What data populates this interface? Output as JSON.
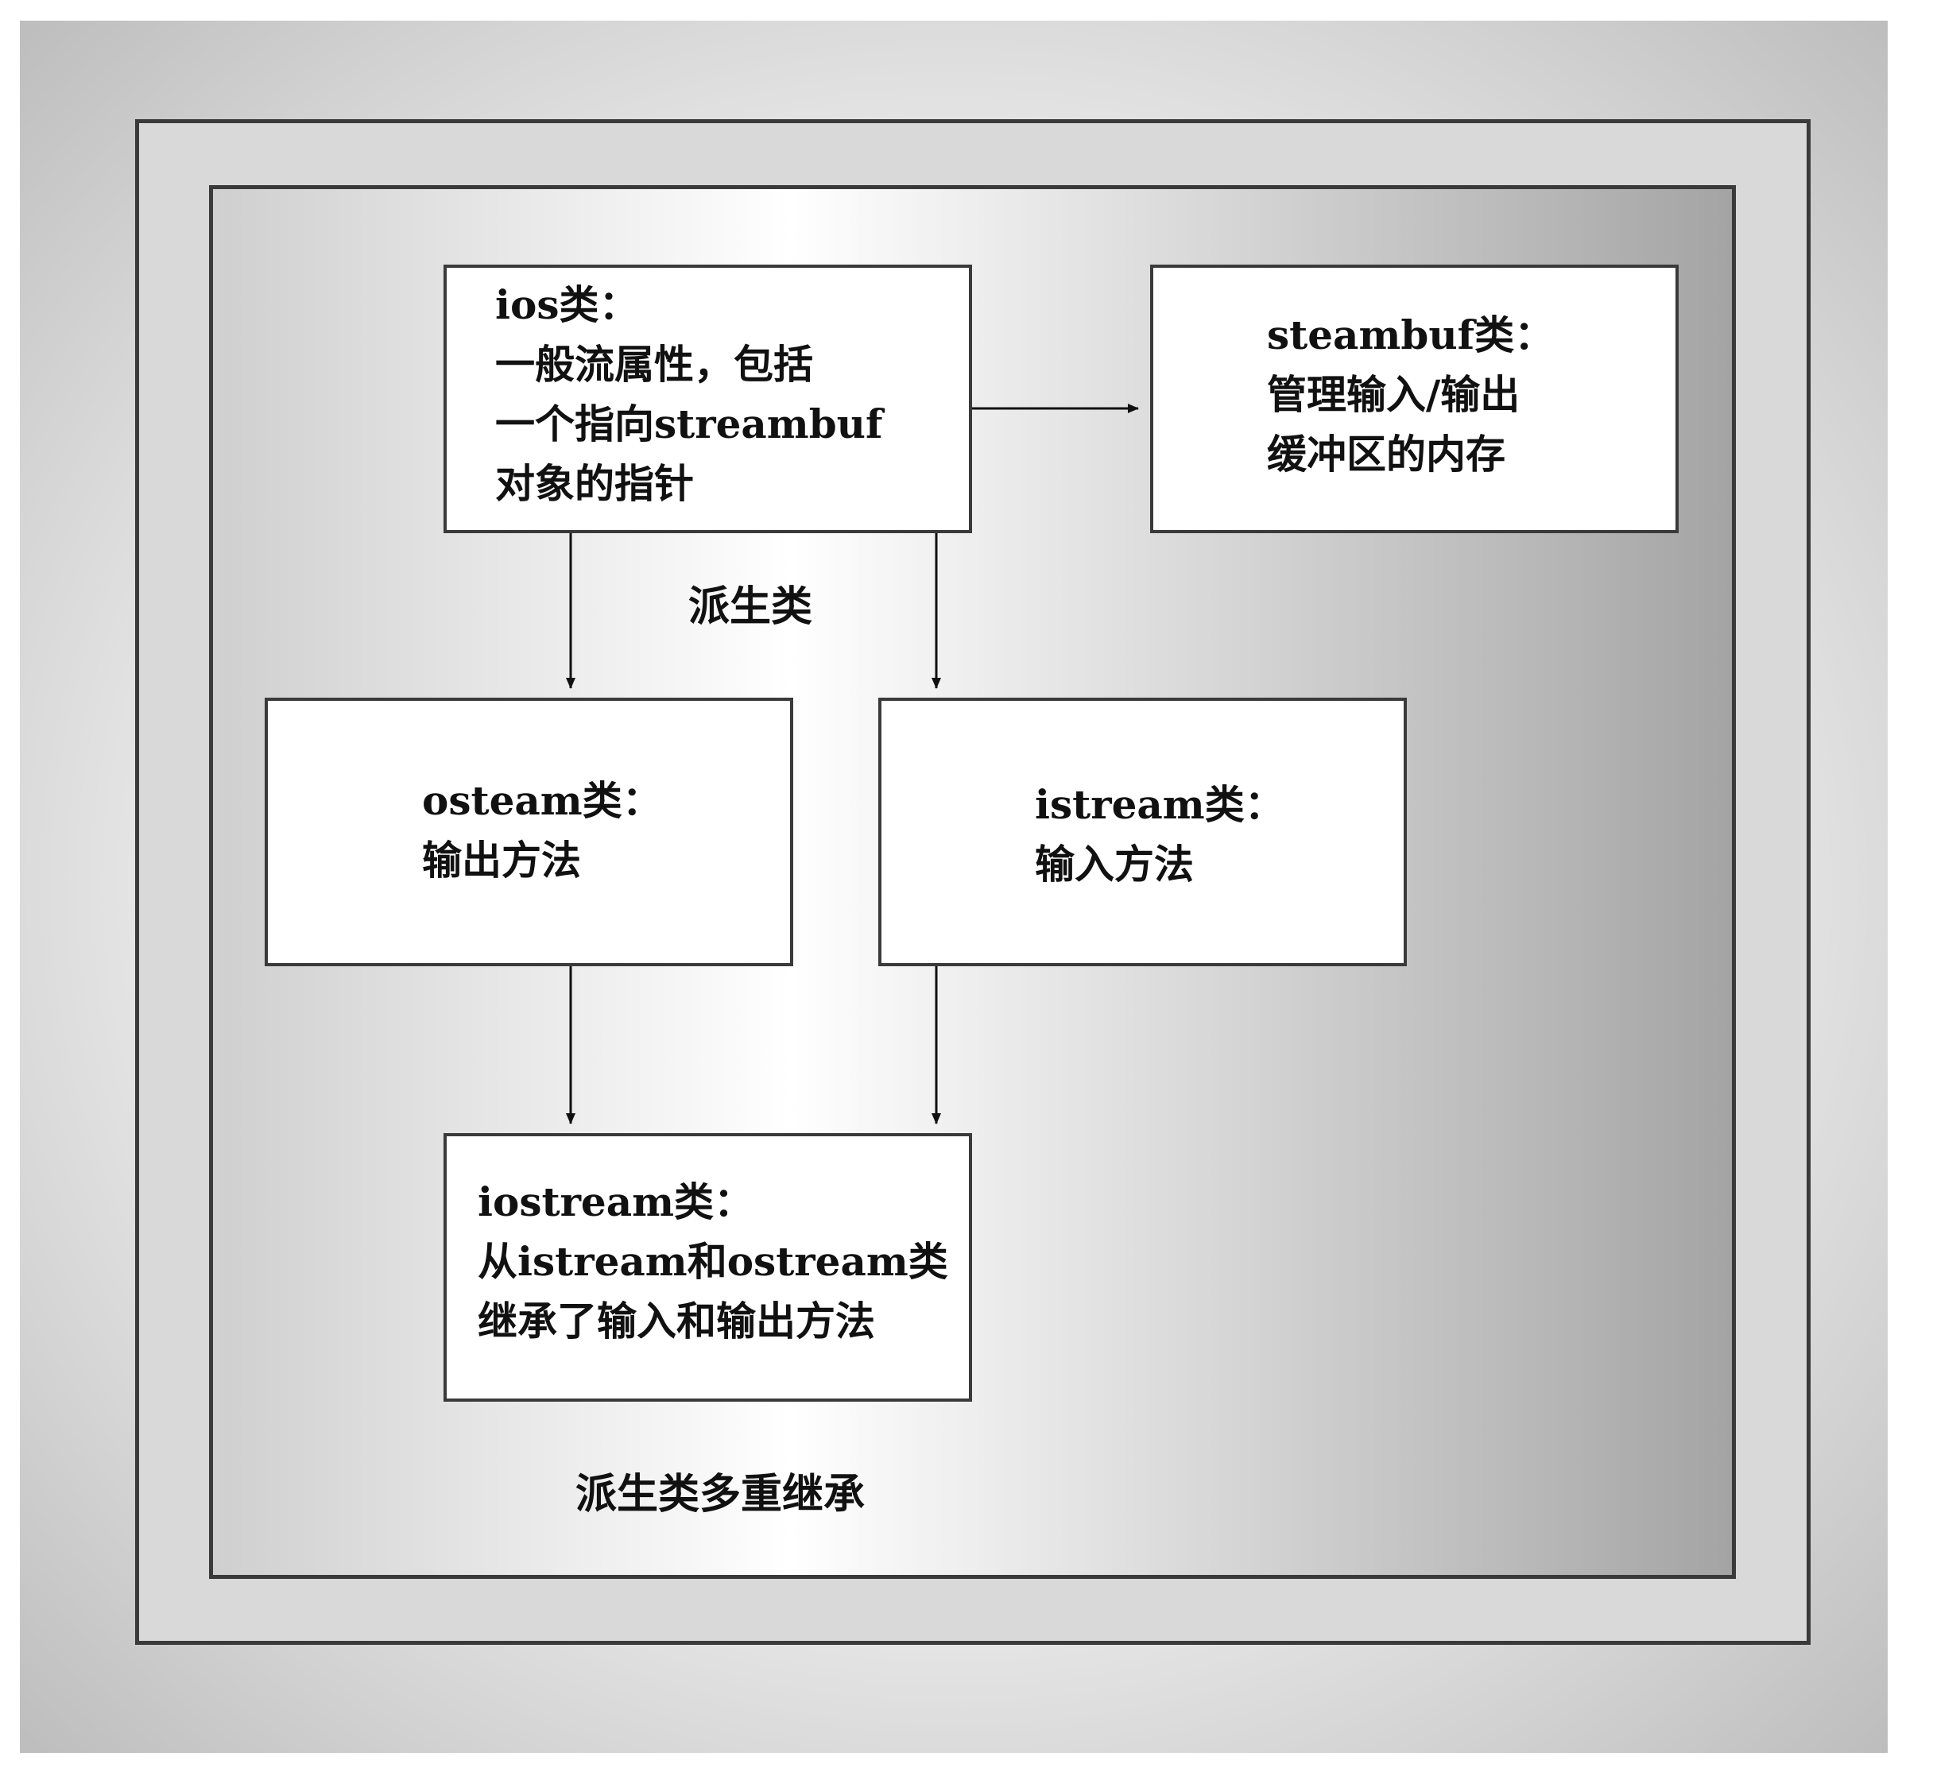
{
  "boxes": {
    "ios": {
      "lines": [
        "ios类：",
        "一般流属性，包括",
        "一个指向streambuf",
        "对象的指针"
      ]
    },
    "steambuf": {
      "lines": [
        "steambuf类：",
        "管理输入/输出",
        "缓冲区的内存"
      ]
    },
    "osteam": {
      "lines": [
        "osteam类：",
        "输出方法"
      ]
    },
    "istream": {
      "lines": [
        "istream类：",
        "输入方法"
      ]
    },
    "iostream": {
      "lines": [
        "iostream类：",
        "从istream和ostream类",
        "继承了输入和输出方法"
      ]
    }
  },
  "labels": {
    "derived": "派生类",
    "caption": "派生类多重继承"
  }
}
